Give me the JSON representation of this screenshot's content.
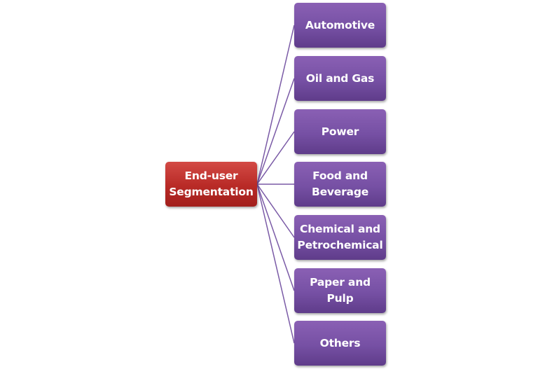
{
  "diagram": {
    "root": {
      "label_lines": [
        "End-user",
        "Segmentation"
      ],
      "color": "#c0322e"
    },
    "children": [
      {
        "label_lines": [
          "Automotive"
        ]
      },
      {
        "label_lines": [
          "Oil and Gas"
        ]
      },
      {
        "label_lines": [
          "Power"
        ]
      },
      {
        "label_lines": [
          "Food and",
          "Beverage"
        ]
      },
      {
        "label_lines": [
          "Chemical and",
          "Petrochemical"
        ]
      },
      {
        "label_lines": [
          "Paper and",
          "Pulp"
        ]
      },
      {
        "label_lines": [
          "Others"
        ]
      }
    ],
    "child_color": "#7650a4",
    "connector_color": "#7a5aa6"
  }
}
